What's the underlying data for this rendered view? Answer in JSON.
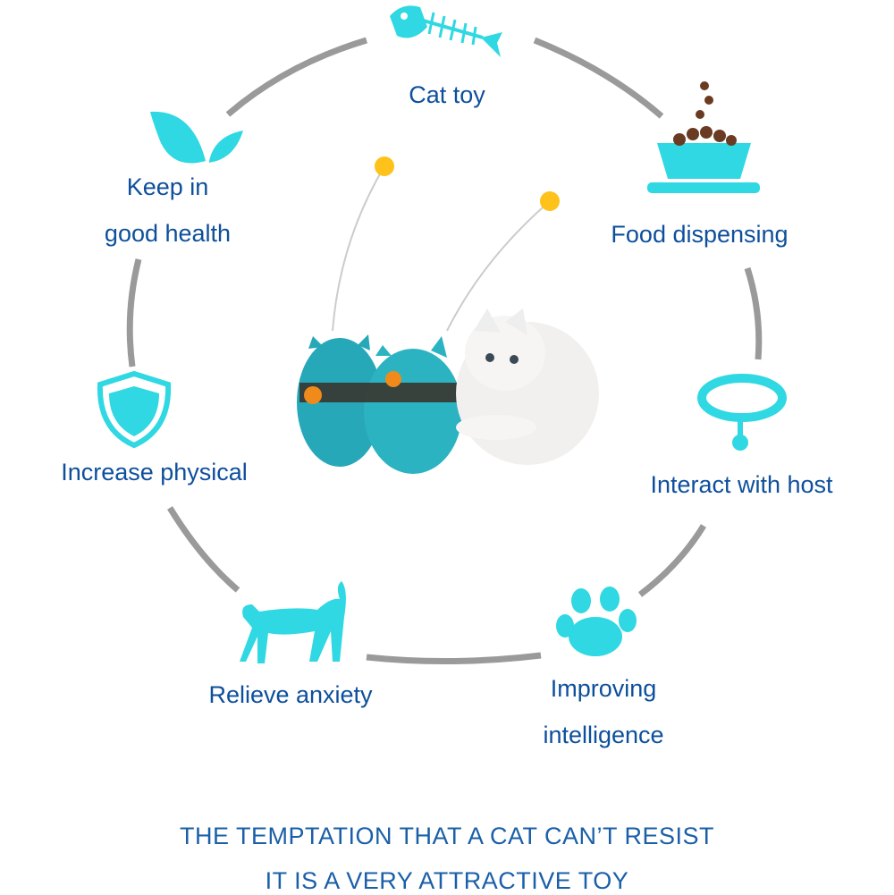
{
  "colors": {
    "text": "#0d4f9c",
    "icon": "#2fd8e2",
    "arc": "#9a9a9a",
    "toy": "#27a8b8",
    "ball": "#ffc21a"
  },
  "features": [
    {
      "label": "Cat toy",
      "icon": "fish-bone-icon"
    },
    {
      "label": "Food dispensing",
      "icon": "food-bowl-icon"
    },
    {
      "label": "Interact with host",
      "icon": "collar-icon"
    },
    {
      "label": "Improving intelligence",
      "line1": "Improving",
      "line2": "intelligence",
      "icon": "paw-icon"
    },
    {
      "label": "Relieve anxiety",
      "icon": "cat-icon"
    },
    {
      "label": "Increase physical",
      "icon": "shield-icon"
    },
    {
      "label": "Keep in good health",
      "line1": "Keep in",
      "line2": "good health",
      "icon": "leaf-icon"
    }
  ],
  "tagline": {
    "line1": "THE TEMPTATION THAT A CAT CAN’T RESIST",
    "line2": "IT IS A VERY ATTRACTIVE TOY"
  }
}
